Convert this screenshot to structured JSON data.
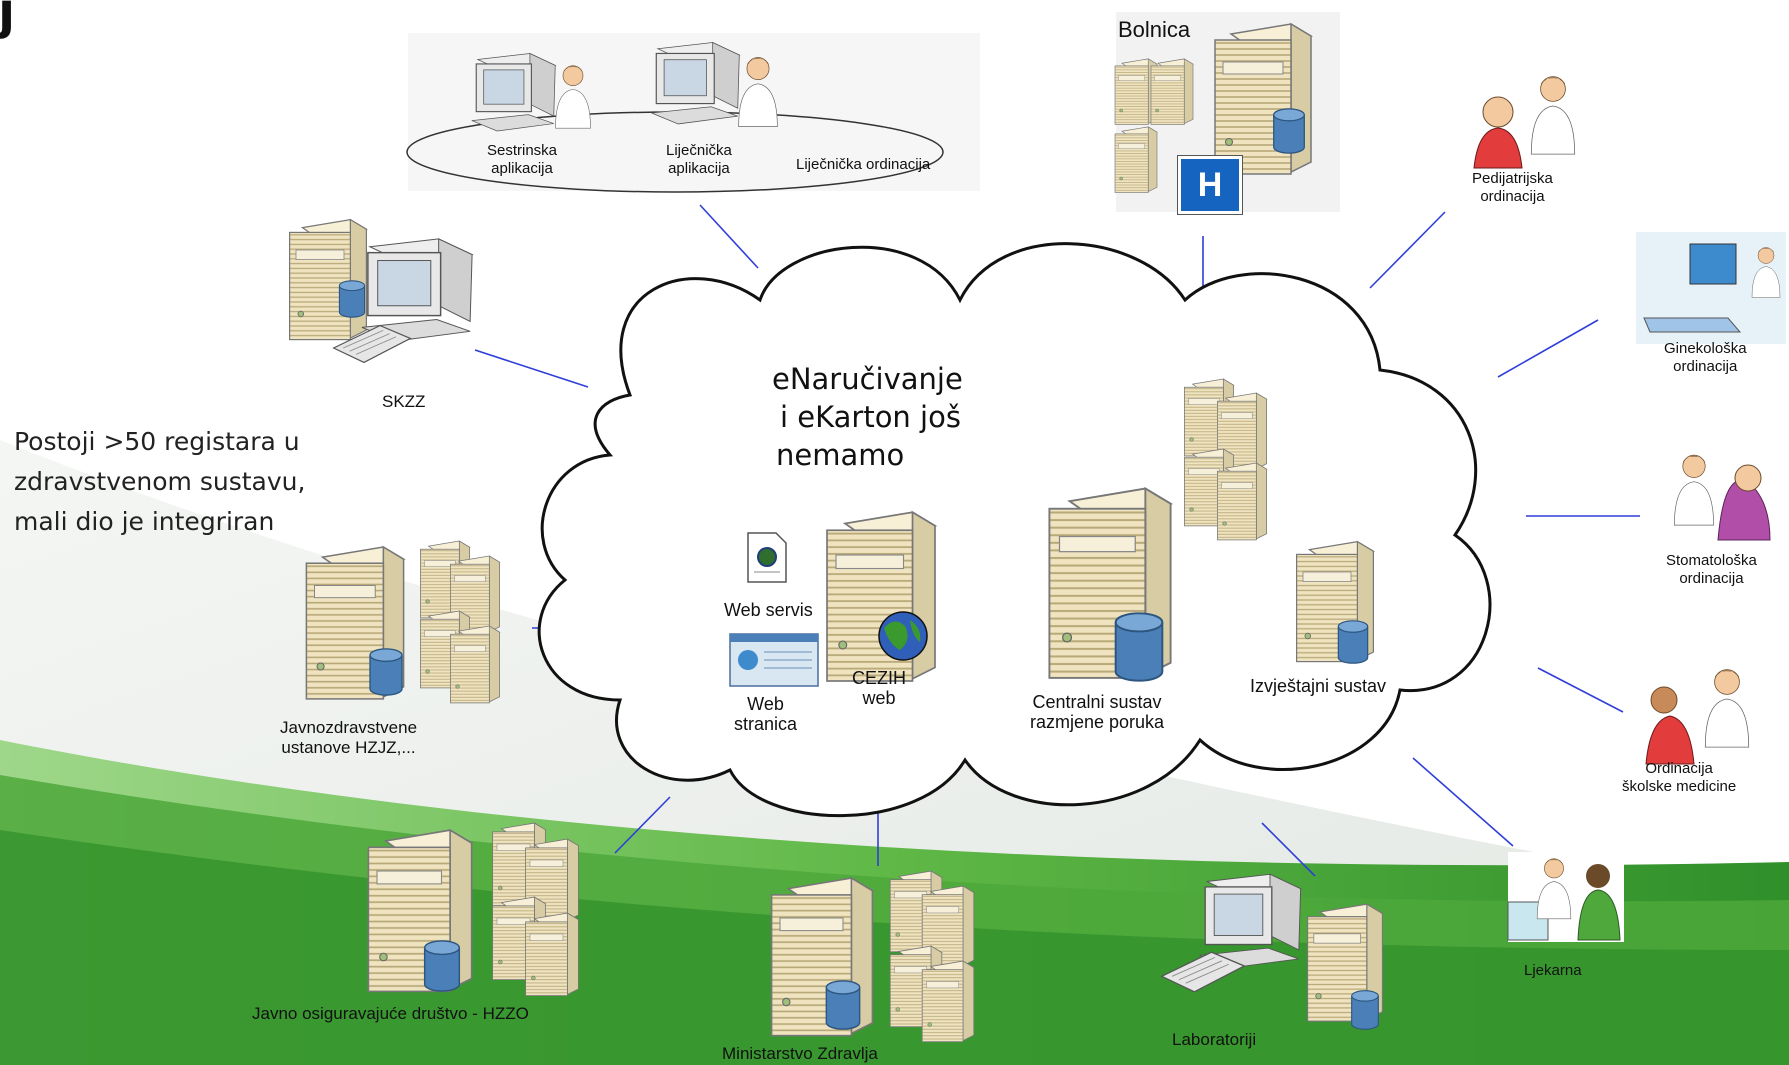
{
  "heading_fragment": "j",
  "cloud": {
    "title_line1": "eNaručivanje",
    "title_line2": "i eKarton još",
    "title_line3": "nemamo"
  },
  "note": {
    "line1": "Postoji >50 registara u",
    "line2": "zdravstvenom sustavu,",
    "line3": "mali dio je integriran"
  },
  "labels": {
    "sestrinska_line1": "Sestrinska",
    "sestrinska_line2": "aplikacija",
    "lijecnicka_line1": "Liječnička",
    "lijecnicka_line2": "aplikacija",
    "ordinacija": "Liječnička ordinacija",
    "bolnica": "Bolnica",
    "bolnica_badge": "H",
    "pedijatrijska_line1": "Pedijatrijska",
    "pedijatrijska_line2": "ordinacija",
    "ginekoloska_line1": "Ginekološka",
    "ginekoloska_line2": "ordinacija",
    "stomatoloska_line1": "Stomatološka",
    "stomatoloska_line2": "ordinacija",
    "skolska_line1": "Ordinacija",
    "skolska_line2": "školske medicine",
    "ljekarna": "Ljekarna",
    "laboratoriji": "Laboratoriji",
    "ministarstvo": "Ministarstvo Zdravlja",
    "hzzo": "Javno osiguravajuće društvo - HZZO",
    "hzjz_line1": "Javnozdravstvene",
    "hzjz_line2": "ustanove HZJZ,...",
    "skzz": "SKZZ",
    "web_servis": "Web servis",
    "web_stranica_line1": "Web",
    "web_stranica_line2": "stranica",
    "cezih_line1": "CEZIH",
    "cezih_line2": "web",
    "centralni_line1": "Centralni sustav",
    "centralni_line2": "razmjene poruka",
    "izvjestajni": "Izvještajni sustav"
  },
  "colors": {
    "connector": "#2f3fd8",
    "server_body": "#efe3c0",
    "database": "#4a7fb8",
    "accent_green": "#3a9a2e",
    "badge_blue": "#1565c0"
  },
  "icons": [
    "nurse-workstation-icon",
    "doctor-workstation-icon",
    "hospital-servers-icon",
    "pediatrician-icon",
    "gynecologist-icon",
    "dentist-icon",
    "school-doctor-icon",
    "pharmacy-icon",
    "lab-workstation-icon",
    "server-rack-icon",
    "database-icon",
    "web-service-icon",
    "web-page-icon",
    "globe-icon"
  ]
}
